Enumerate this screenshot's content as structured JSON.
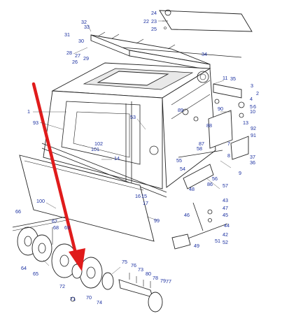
{
  "diagram": {
    "accent": {
      "arrow": "#e01b1b",
      "label": "#1a2fa0",
      "line": "#222222"
    },
    "labels": [
      {
        "id": "32",
        "text": "32"
      },
      {
        "id": "33",
        "text": "33"
      },
      {
        "id": "31",
        "text": "31"
      },
      {
        "id": "30",
        "text": "30"
      },
      {
        "id": "28",
        "text": "28"
      },
      {
        "id": "27",
        "text": "27"
      },
      {
        "id": "29",
        "text": "29"
      },
      {
        "id": "26",
        "text": "26"
      },
      {
        "id": "24",
        "text": "24"
      },
      {
        "id": "22",
        "text": "22"
      },
      {
        "id": "23",
        "text": "23"
      },
      {
        "id": "25",
        "text": "25"
      },
      {
        "id": "34",
        "text": "34"
      },
      {
        "id": "11",
        "text": "11"
      },
      {
        "id": "35",
        "text": "35"
      },
      {
        "id": "3",
        "text": "3"
      },
      {
        "id": "2",
        "text": "2"
      },
      {
        "id": "4",
        "text": "4"
      },
      {
        "id": "5",
        "text": "5"
      },
      {
        "id": "6",
        "text": "6"
      },
      {
        "id": "10",
        "text": "10"
      },
      {
        "id": "90",
        "text": "90"
      },
      {
        "id": "13",
        "text": "13"
      },
      {
        "id": "92",
        "text": "92"
      },
      {
        "id": "91",
        "text": "91"
      },
      {
        "id": "89",
        "text": "89"
      },
      {
        "id": "87",
        "text": "87"
      },
      {
        "id": "88",
        "text": "88"
      },
      {
        "id": "53",
        "text": "53"
      },
      {
        "id": "1",
        "text": "1"
      },
      {
        "id": "93",
        "text": "93"
      },
      {
        "id": "102",
        "text": "102"
      },
      {
        "id": "101",
        "text": "101"
      },
      {
        "id": "14",
        "text": "14"
      },
      {
        "id": "7",
        "text": "7"
      },
      {
        "id": "8",
        "text": "8"
      },
      {
        "id": "58",
        "text": "58"
      },
      {
        "id": "55",
        "text": "55"
      },
      {
        "id": "37",
        "text": "37"
      },
      {
        "id": "36",
        "text": "36"
      },
      {
        "id": "9",
        "text": "9"
      },
      {
        "id": "54",
        "text": "54"
      },
      {
        "id": "56",
        "text": "56"
      },
      {
        "id": "86",
        "text": "86"
      },
      {
        "id": "57",
        "text": "57"
      },
      {
        "id": "48",
        "text": "48"
      },
      {
        "id": "16",
        "text": "16"
      },
      {
        "id": "15",
        "text": "15"
      },
      {
        "id": "17",
        "text": "17"
      },
      {
        "id": "43",
        "text": "43"
      },
      {
        "id": "47",
        "text": "47"
      },
      {
        "id": "45",
        "text": "45"
      },
      {
        "id": "100",
        "text": "100"
      },
      {
        "id": "66",
        "text": "66"
      },
      {
        "id": "67",
        "text": "67"
      },
      {
        "id": "68",
        "text": "68"
      },
      {
        "id": "69",
        "text": "69"
      },
      {
        "id": "99",
        "text": "99"
      },
      {
        "id": "46",
        "text": "46"
      },
      {
        "id": "44",
        "text": "44"
      },
      {
        "id": "42",
        "text": "42"
      },
      {
        "id": "49",
        "text": "49"
      },
      {
        "id": "51",
        "text": "51"
      },
      {
        "id": "52",
        "text": "52"
      },
      {
        "id": "64",
        "text": "64"
      },
      {
        "id": "65",
        "text": "65"
      },
      {
        "id": "75",
        "text": "75"
      },
      {
        "id": "76",
        "text": "76"
      },
      {
        "id": "73",
        "text": "73"
      },
      {
        "id": "80",
        "text": "80"
      },
      {
        "id": "78",
        "text": "78"
      },
      {
        "id": "79",
        "text": "79"
      },
      {
        "id": "77",
        "text": "77"
      },
      {
        "id": "72",
        "text": "72"
      },
      {
        "id": "71",
        "text": "71"
      },
      {
        "id": "70",
        "text": "70"
      },
      {
        "id": "74",
        "text": "74"
      }
    ]
  }
}
